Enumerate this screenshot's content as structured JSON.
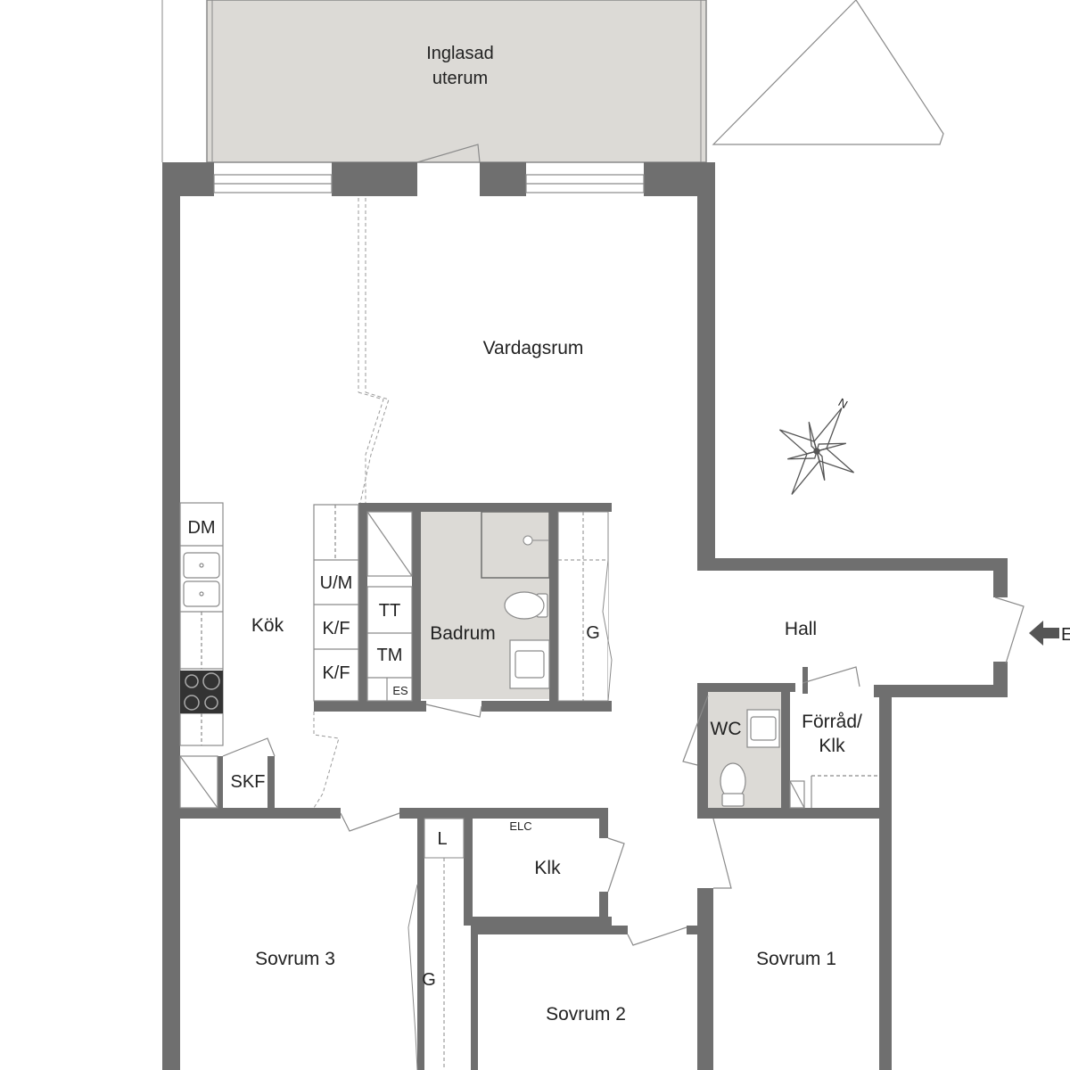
{
  "colors": {
    "wall": "#6f6f6f",
    "wet_room_floor": "#dcdad6",
    "glazed_room_floor": "#dcdad6",
    "line": "#8a8a8a",
    "text": "#222222"
  },
  "rooms": {
    "glazed_room": [
      "Inglasad",
      "uterum"
    ],
    "living_room": "Vardagsrum",
    "kitchen": "Kök",
    "bathroom": "Badrum",
    "hall": "Hall",
    "wc": "WC",
    "storage": [
      "Förråd/",
      "Klk"
    ],
    "bedroom_3": "Sovrum 3",
    "bedroom_2": "Sovrum 2",
    "bedroom_1": "Sovrum 1",
    "closet": "Klk"
  },
  "fixtures": {
    "dishwasher": "DM",
    "washer": "U/M",
    "fridge_freezer_1": "K/F",
    "fridge_freezer_2": "K/F",
    "dryer": "TT",
    "drying_cabinet": "TM",
    "electric_cabinet_bath": "ES",
    "wardrobe_bath": "G",
    "wardrobe_bedroom3": "G",
    "linen_closet": "L",
    "electric_center": "ELC",
    "skf": "SKF"
  },
  "compass": {
    "north": "N",
    "icon": "compass-rose-icon"
  },
  "entrance": {
    "icon": "entrance-arrow-icon",
    "label": "E"
  }
}
